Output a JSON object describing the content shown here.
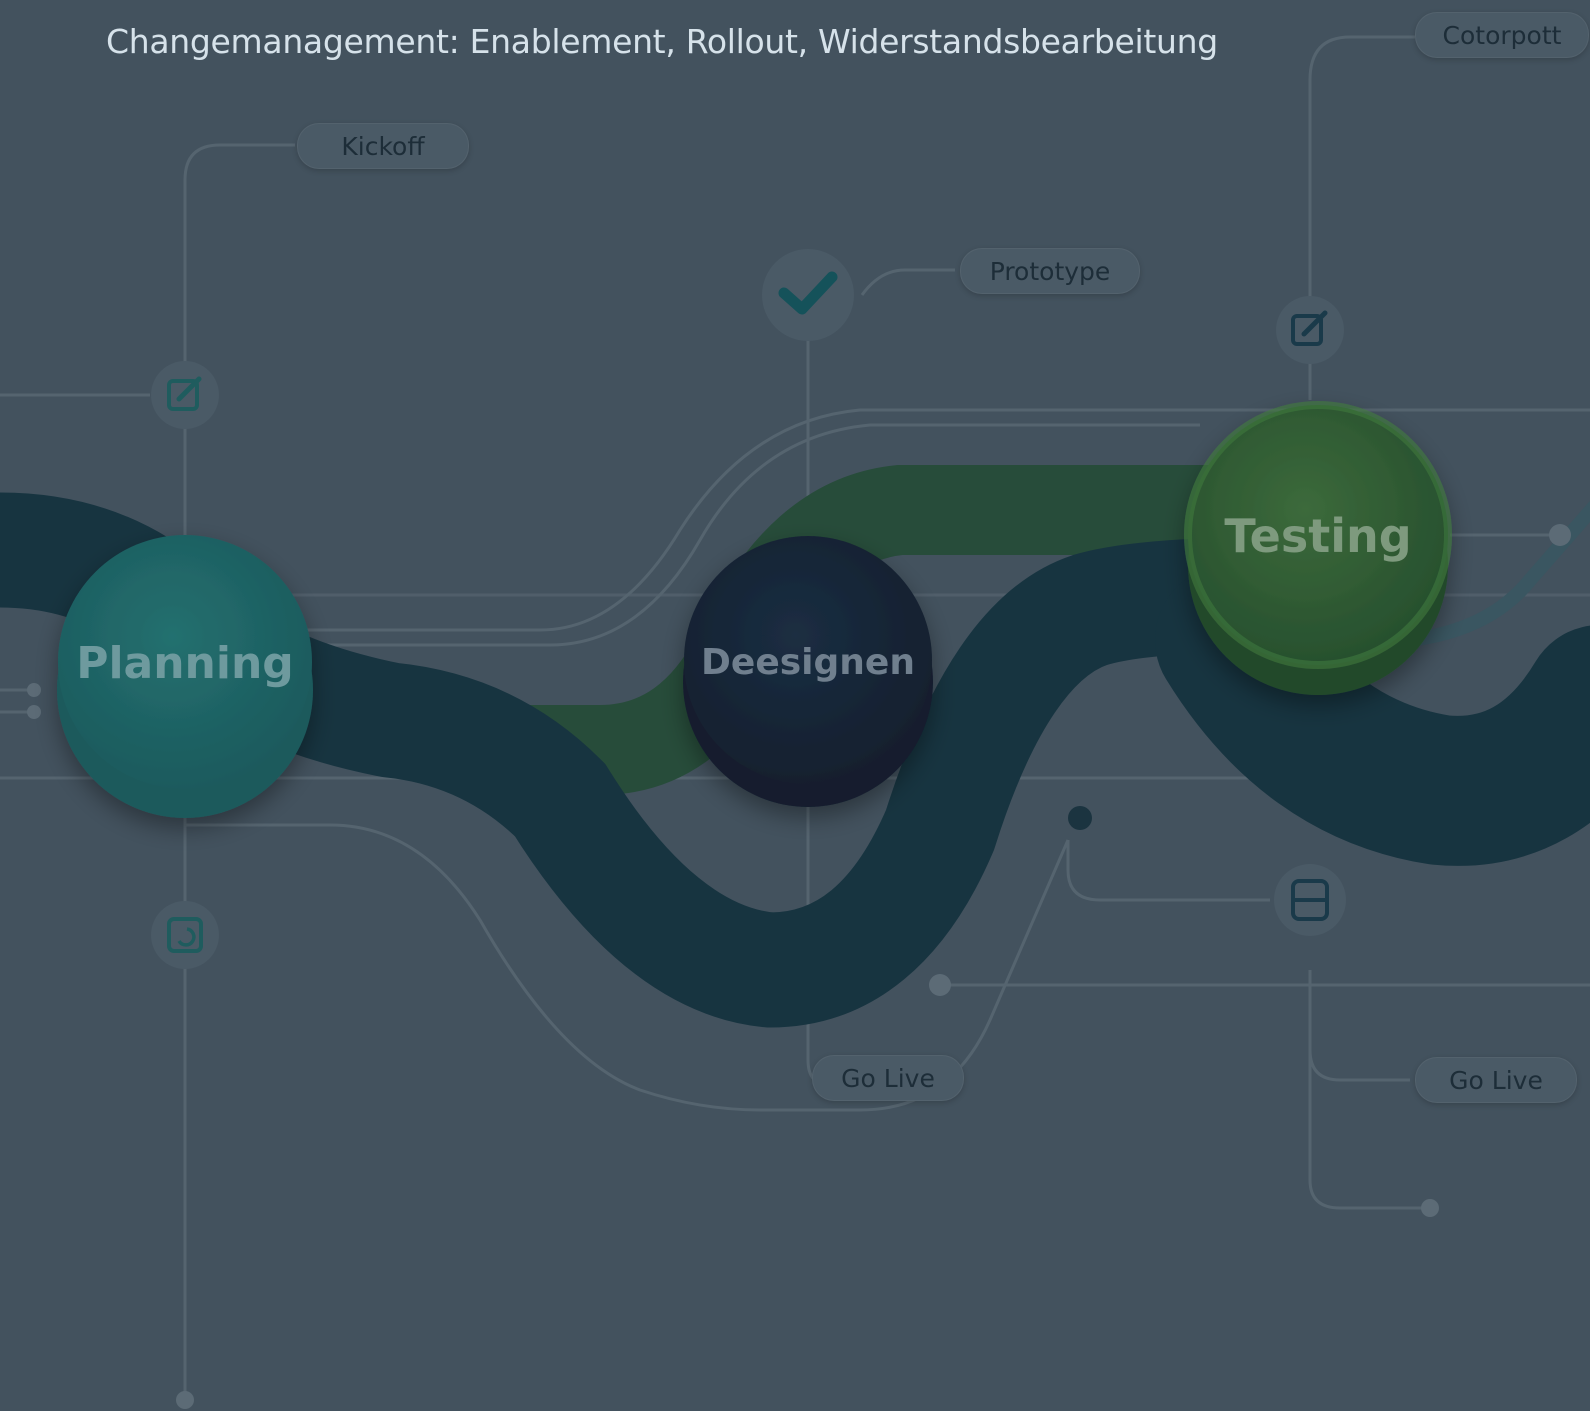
{
  "title": "Changemanagement: Enablement, Rollout, Widerstandsbearbeitung",
  "nodes": [
    {
      "id": "planning",
      "label": "Planning",
      "color": "#1f6467"
    },
    {
      "id": "designen",
      "label": "Deesignen",
      "color": "#16283a"
    },
    {
      "id": "testing",
      "label": "Testing",
      "color": "#2e5a33"
    }
  ],
  "tags": {
    "kickoff": "Kickoff",
    "prototype": "Prototype",
    "cotorpott": "Cotorpott",
    "golive_1": "Go Live",
    "golive_2": "Go Live"
  },
  "icons": [
    "edit-icon",
    "check-icon",
    "edit-icon",
    "refresh-doc-icon",
    "list-icon"
  ],
  "colors": {
    "background": "#43525e",
    "teal": "#1f6467",
    "navy": "#16283a",
    "green": "#2e5a33",
    "band_dark": "#173440",
    "band_green": "#274c3a",
    "line": "#55646f"
  }
}
